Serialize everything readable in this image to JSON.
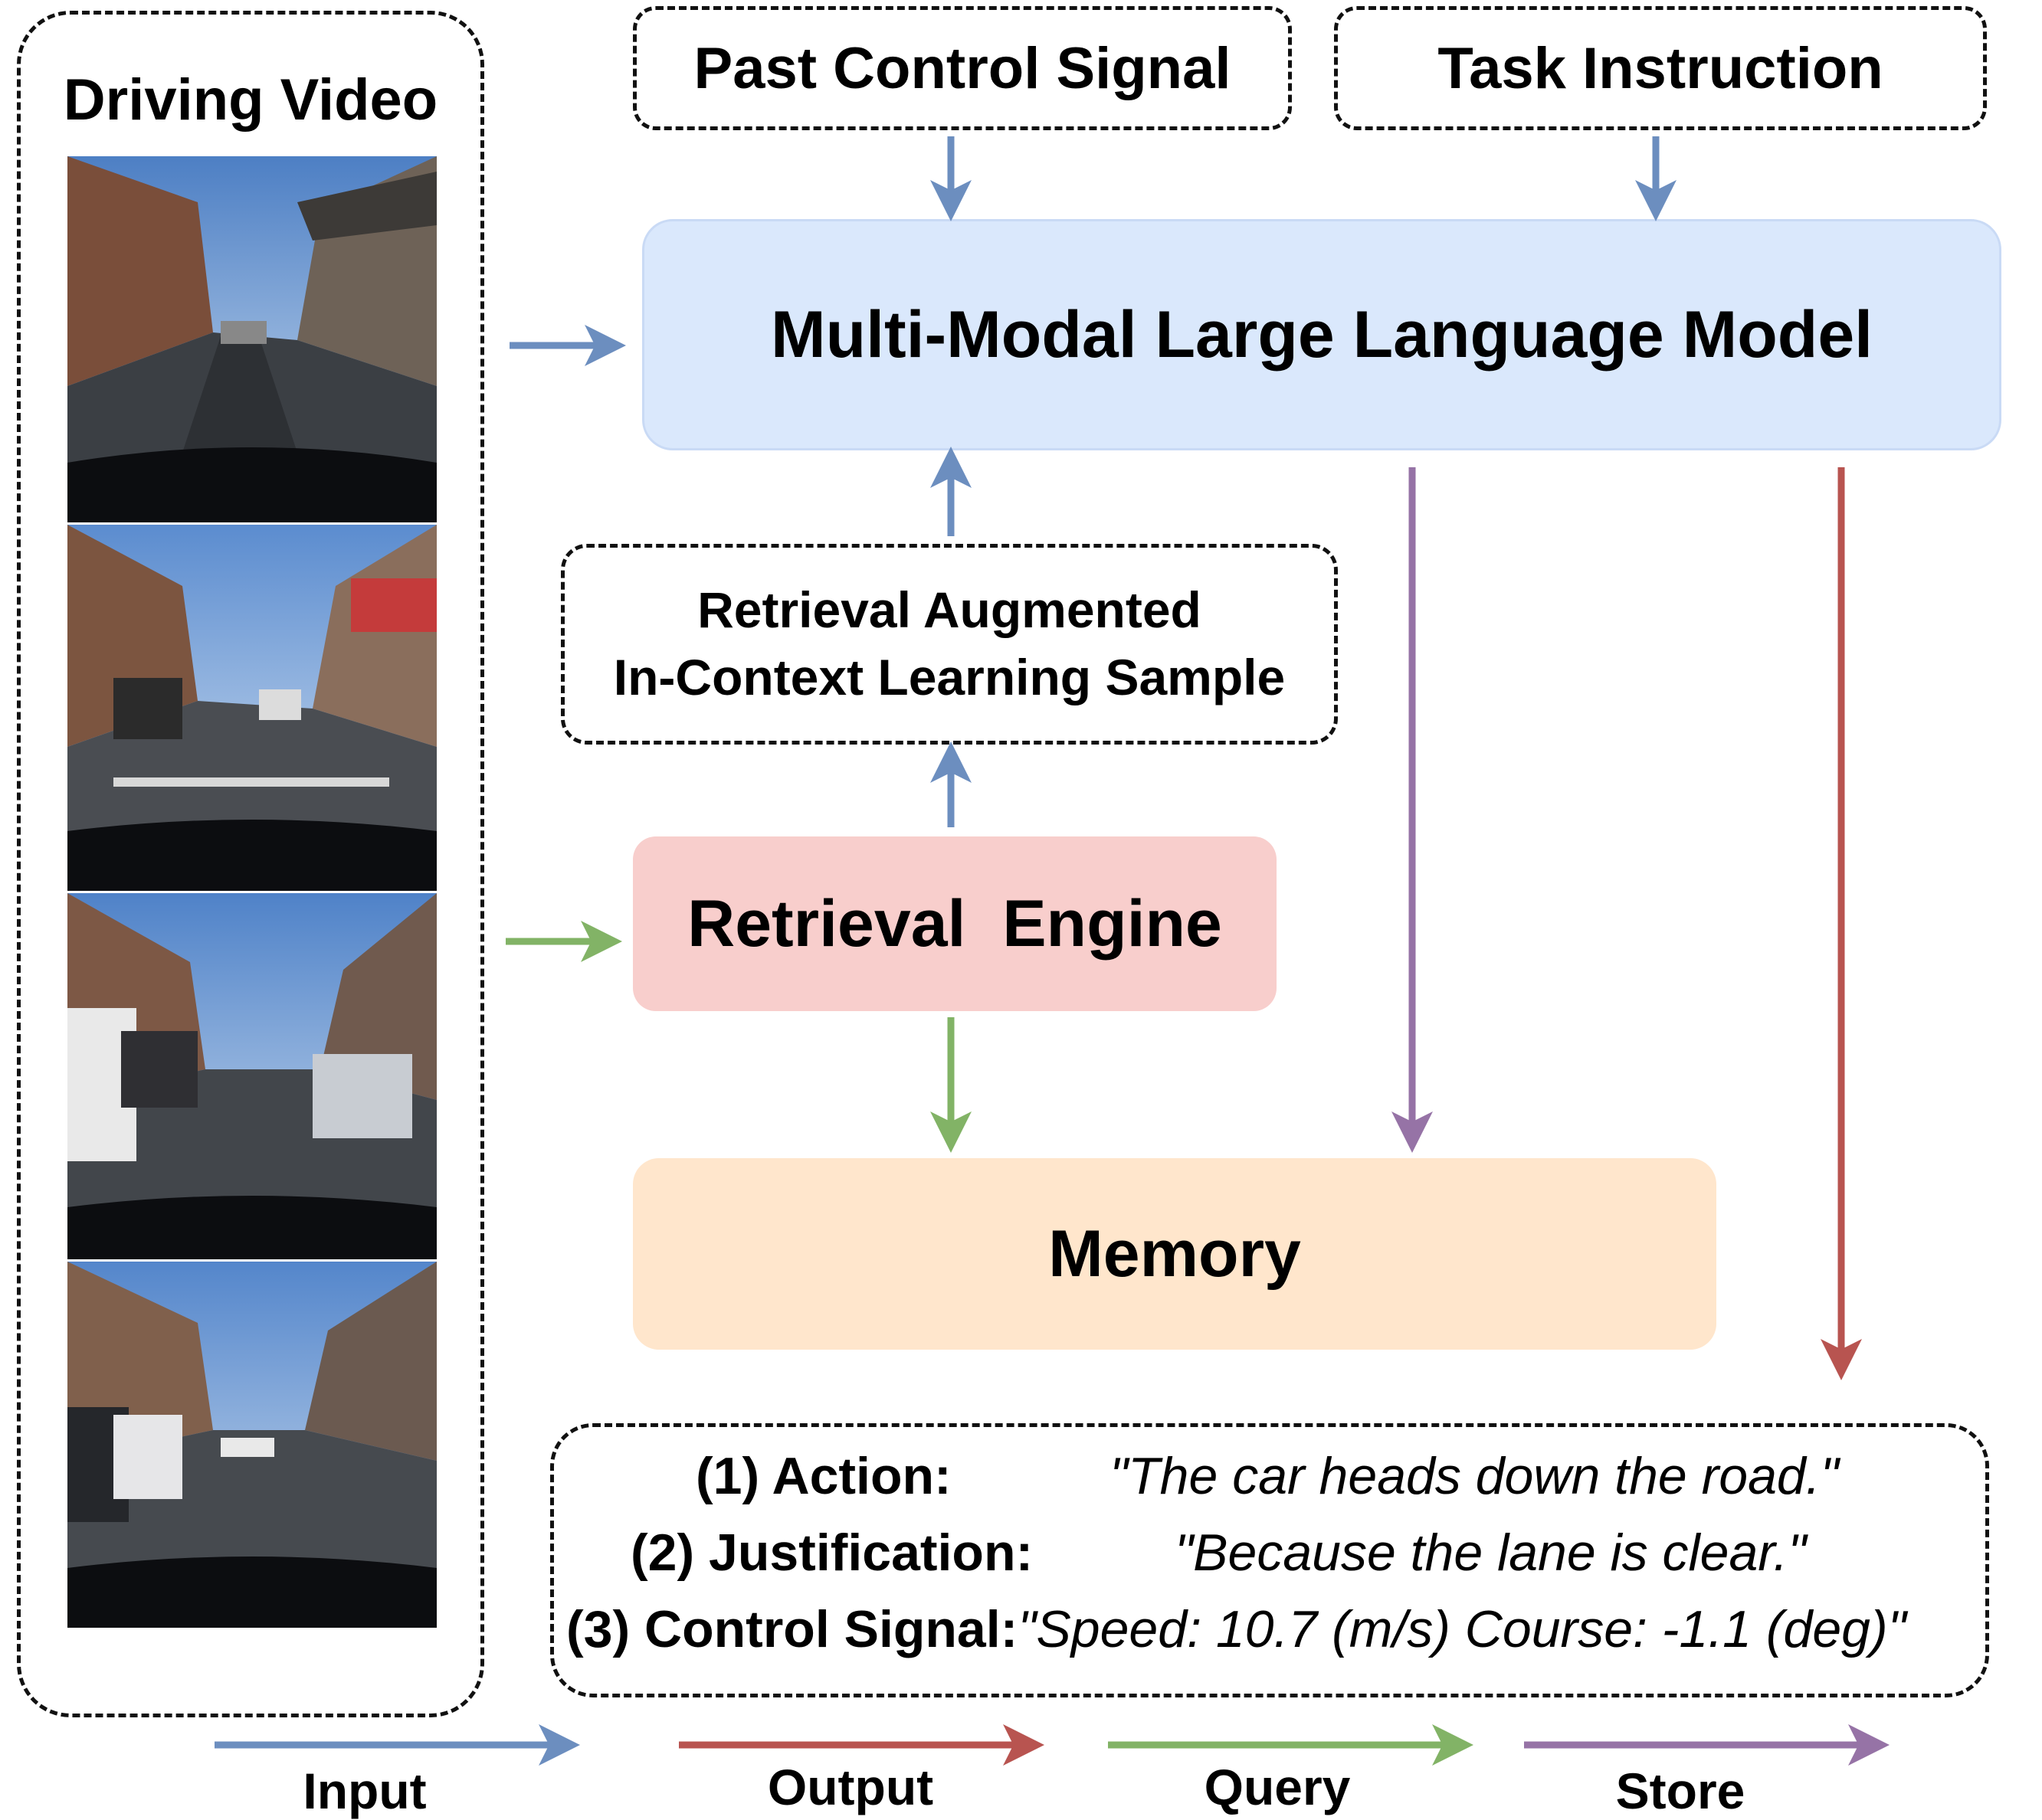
{
  "video_panel": {
    "title": "Driving Video",
    "frames": 4
  },
  "inputs": {
    "past_control_signal": "Past Control Signal",
    "task_instruction": "Task Instruction"
  },
  "mllm": {
    "label": "Multi-Modal Large Language Model"
  },
  "rag_sample": {
    "line1": "Retrieval Augmented",
    "line2": "In-Context Learning Sample"
  },
  "retrieval_engine": {
    "label": "Retrieval  Engine"
  },
  "memory": {
    "label": "Memory"
  },
  "output": {
    "action_label": "(1) Action:",
    "action_text": "\"The car heads down the road.\"",
    "justification_label": "(2) Justification:",
    "justification_text": "\"Because the lane is clear.\"",
    "control_label": "(3) Control Signal:",
    "control_text": "\"Speed:  10.7 (m/s) Course: -1.1 (deg)\""
  },
  "legend": [
    {
      "label": "Input",
      "color": "#6c8ebf"
    },
    {
      "label": "Output",
      "color": "#b85450"
    },
    {
      "label": "Query",
      "color": "#82b366"
    },
    {
      "label": "Store",
      "color": "#9673a6"
    }
  ],
  "colors": {
    "input": "#6c8ebf",
    "output": "#b85450",
    "query": "#82b366",
    "store": "#9673a6",
    "mllm_fill": "#dae8fc",
    "engine_fill": "#f8cecc",
    "memory_fill": "#ffe6cc"
  }
}
